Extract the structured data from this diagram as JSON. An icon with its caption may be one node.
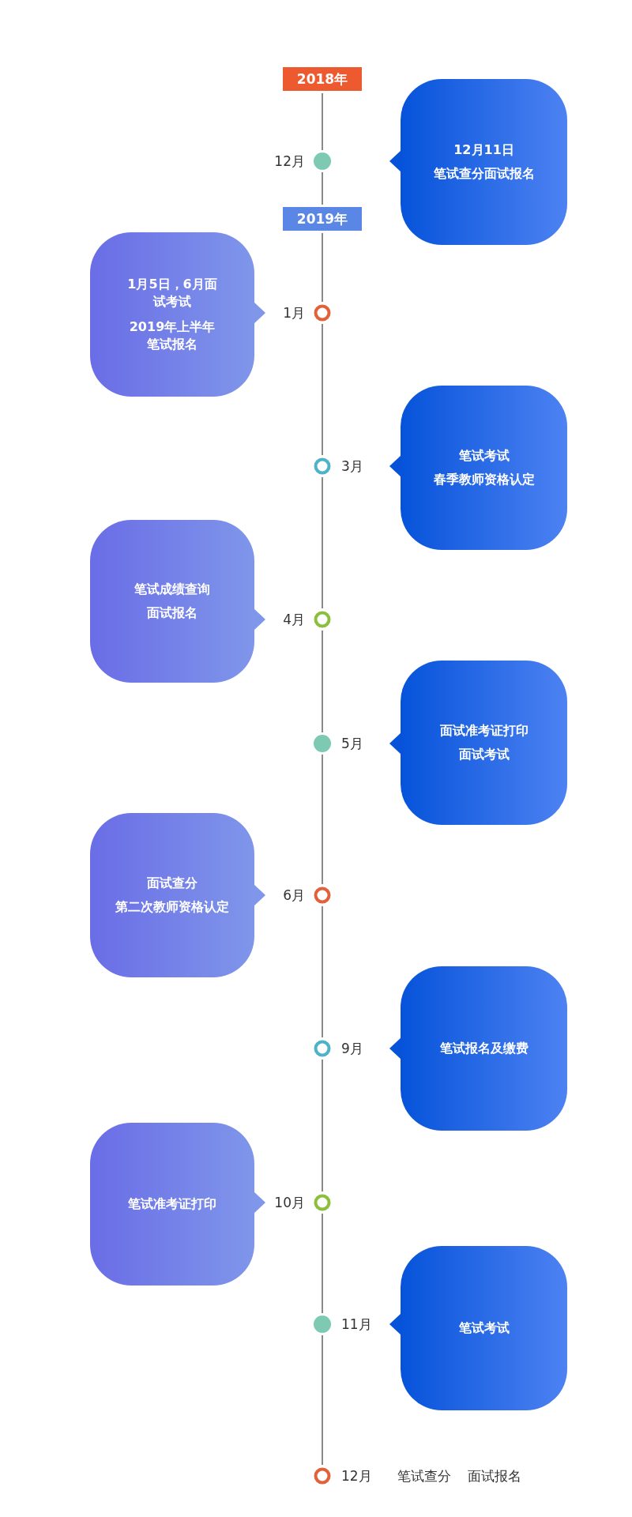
{
  "diagram": {
    "nodes": [
      {
        "text": [
          "2018年"
        ]
      },
      {
        "text": [],
        "shape": "circle",
        "beside": [
          "12月"
        ]
      },
      {
        "text": [
          "12月11日",
          "笔试查分面试报名"
        ]
      },
      {
        "text": [
          "2019年"
        ]
      },
      {
        "text": [
          "1月5日，6月面试考试",
          "2019年上半年笔试报名"
        ]
      },
      {
        "text": [],
        "shape": "circle",
        "beside": [
          "1月"
        ]
      },
      {
        "text": [],
        "shape": "circle",
        "beside": [
          "3月"
        ]
      },
      {
        "text": [
          "笔试考试",
          "春季教师资格认定"
        ]
      },
      {
        "text": [
          "笔试成绩查询",
          "面试报名"
        ]
      },
      {
        "text": [],
        "shape": "circle",
        "beside": [
          "4月"
        ]
      },
      {
        "text": [],
        "shape": "circle",
        "beside": [
          "5月"
        ]
      },
      {
        "text": [
          "面试准考证打印",
          "面试考试"
        ]
      },
      {
        "text": [
          "面试查分",
          "第二次教师资格认定"
        ]
      },
      {
        "text": [],
        "shape": "circle",
        "beside": [
          "6月"
        ]
      },
      {
        "text": [],
        "shape": "circle",
        "beside": [
          "9月"
        ]
      },
      {
        "text": [
          "笔试报名及缴费"
        ]
      },
      {
        "text": [
          "笔试准考证打印"
        ]
      },
      {
        "text": [],
        "shape": "circle",
        "beside": [
          "10月"
        ]
      },
      {
        "text": [],
        "shape": "circle",
        "beside": [
          "11月"
        ]
      },
      {
        "text": [
          "笔试考试"
        ]
      },
      {
        "text": [],
        "shape": "circle",
        "beside": [
          "12月",
          "笔试查分",
          "面试报名"
        ]
      }
    ],
    "edges": [
      {
        "from": 0,
        "to": 1,
        "arrow": "none"
      },
      {
        "from": 1,
        "to": 3,
        "arrow": "none"
      },
      {
        "from": 3,
        "to": 5,
        "arrow": "none"
      },
      {
        "from": 5,
        "to": 6,
        "arrow": "none"
      },
      {
        "from": 6,
        "to": 9,
        "arrow": "none"
      },
      {
        "from": 9,
        "to": 10,
        "arrow": "none"
      },
      {
        "from": 10,
        "to": 13,
        "arrow": "none"
      },
      {
        "from": 13,
        "to": 14,
        "arrow": "none"
      },
      {
        "from": 14,
        "to": 17,
        "arrow": "none"
      },
      {
        "from": 17,
        "to": 18,
        "arrow": "none"
      },
      {
        "from": 18,
        "to": 20,
        "arrow": "none"
      }
    ]
  }
}
